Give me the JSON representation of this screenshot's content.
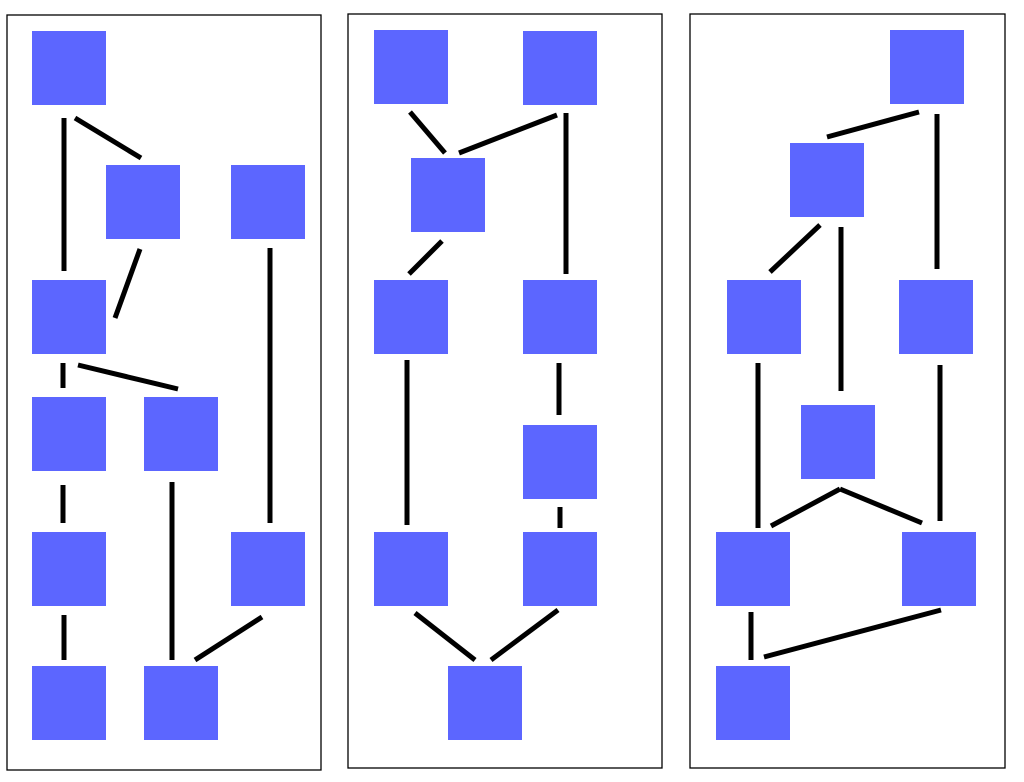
{
  "colors": {
    "background": "#ffffff",
    "node_fill": "#5c66ff",
    "edge": "#000000",
    "frame": "#000000"
  },
  "panels": [
    {
      "id": "panel-1",
      "nodes": [
        "n1",
        "n2",
        "n3",
        "n4",
        "n5",
        "n6",
        "n7",
        "n8",
        "n9",
        "n10"
      ],
      "edges": [
        [
          "n1",
          "n4"
        ],
        [
          "n1",
          "n2"
        ],
        [
          "n2",
          "n4"
        ],
        [
          "n3",
          "n9"
        ],
        [
          "n4",
          "n5"
        ],
        [
          "n4",
          "n6"
        ],
        [
          "n5",
          "n7"
        ],
        [
          "n7",
          "n8"
        ],
        [
          "n6",
          "n10"
        ],
        [
          "n9",
          "n10"
        ]
      ]
    },
    {
      "id": "panel-2",
      "nodes": [
        "n1",
        "n2",
        "n3",
        "n4",
        "n5",
        "n6",
        "n7",
        "n8",
        "n9"
      ],
      "edges": [
        [
          "n1",
          "n3"
        ],
        [
          "n2",
          "n3"
        ],
        [
          "n2",
          "n5"
        ],
        [
          "n3",
          "n4"
        ],
        [
          "n4",
          "n7"
        ],
        [
          "n5",
          "n6"
        ],
        [
          "n6",
          "n8"
        ],
        [
          "n7",
          "n9"
        ],
        [
          "n8",
          "n9"
        ]
      ]
    },
    {
      "id": "panel-3",
      "nodes": [
        "n1",
        "n2",
        "n3",
        "n4",
        "n5",
        "n6",
        "n7",
        "n8"
      ],
      "edges": [
        [
          "n1",
          "n2"
        ],
        [
          "n1",
          "n4"
        ],
        [
          "n2",
          "n3"
        ],
        [
          "n2",
          "n5"
        ],
        [
          "n3",
          "n6"
        ],
        [
          "n4",
          "n7"
        ],
        [
          "n5",
          "n6"
        ],
        [
          "n5",
          "n7"
        ],
        [
          "n6",
          "n8"
        ],
        [
          "n7",
          "n8"
        ]
      ]
    }
  ]
}
